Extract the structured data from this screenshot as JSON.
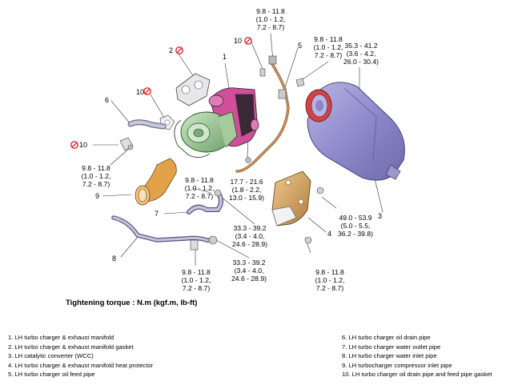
{
  "callouts": {
    "n1": "1",
    "n2": "2",
    "n3": "3",
    "n4": "4",
    "n5": "5",
    "n6": "6",
    "n7": "7",
    "n8": "8",
    "n9": "9",
    "n10a": "10",
    "n10b": "10",
    "n10c": "10",
    "t_top": [
      "9.8 - 11.8",
      "(1.0 - 1.2,",
      "7.2 - 8.7)"
    ],
    "t_right_top": [
      "9.8 - 11.8",
      "(1.0 - 1.2,",
      "7.2 - 8.7)"
    ],
    "t_wcc": [
      "35.3 - 41.2",
      "(3.6 - 4.2,",
      "26.0 - 30.4)"
    ],
    "t_left": [
      "9.8 - 11.8",
      "(1.0 - 1.2,",
      "7.2 - 8.7)"
    ],
    "t_center": [
      "9.8 - 11.8",
      "(1.0 - 1.2,",
      "7.2 - 8.7)"
    ],
    "t_drain": [
      "17.7 - 21.6",
      "(1.8 - 2.2,",
      "13.0 - 15.9)"
    ],
    "t_heat": [
      "49.0 - 53.9",
      "(5.0 - 5.5,",
      "36.2 - 39.8)"
    ],
    "t_mid": [
      "33.3 - 39.2",
      "(3.4 - 4.0,",
      "24.6 - 28.9)"
    ],
    "t_low": [
      "33.3 - 39.2",
      "(3.4 - 4.0,",
      "24.6 - 28.9)"
    ],
    "t_bottom_left": [
      "9.8 - 11.8",
      "(1.0 - 1.2,",
      "7.2 - 8.7)"
    ],
    "t_bottom_right": [
      "9.8 - 11.8",
      "(1.0 - 1.2,",
      "7.2 - 8.7)"
    ]
  },
  "torque_note": "Tightening torque : N.m (kgf.m, lb-ft)",
  "legend_left": [
    "1. LH turbo charger & exhaust manifold",
    "2. LH turbo charger & exhaust manifold gasket",
    "3. LH catalytic converter (WCC)",
    "4. LH turbo charger & exhaust manifold heat protector",
    "5. LH turbo charger oil feed pipe"
  ],
  "legend_right": [
    "6. LH turbo charger oil drain pipe",
    "7. LH turbo charger water outlet pipe",
    "8. LH turbo charger water inlet pipe",
    "9. LH turbocharger compressor inlet pipe",
    "10. LH turbo charger oil drain pipe and feed pipe gasket"
  ],
  "icons": [
    "no-reuse-icon"
  ],
  "colors": {
    "manifold": "#cf4f9a",
    "turbo": "#9ec79a",
    "converter": "#8b86c8",
    "pipe": "#a8a8c8",
    "shield": "#d9a86b",
    "feed_pipe": "#c08a58",
    "no_reuse": "#e0282b"
  }
}
